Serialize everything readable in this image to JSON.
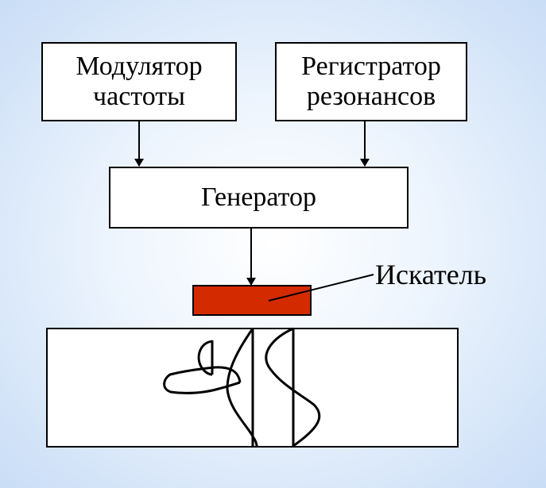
{
  "blocks": {
    "modulator": {
      "line1": "Модулятор",
      "line2": "частоты"
    },
    "registrar": {
      "line1": "Регистратор",
      "line2": "резонансов"
    },
    "generator": "Генератор",
    "probe": "Искатель"
  },
  "colors": {
    "probe_fill": "#d42a00"
  }
}
